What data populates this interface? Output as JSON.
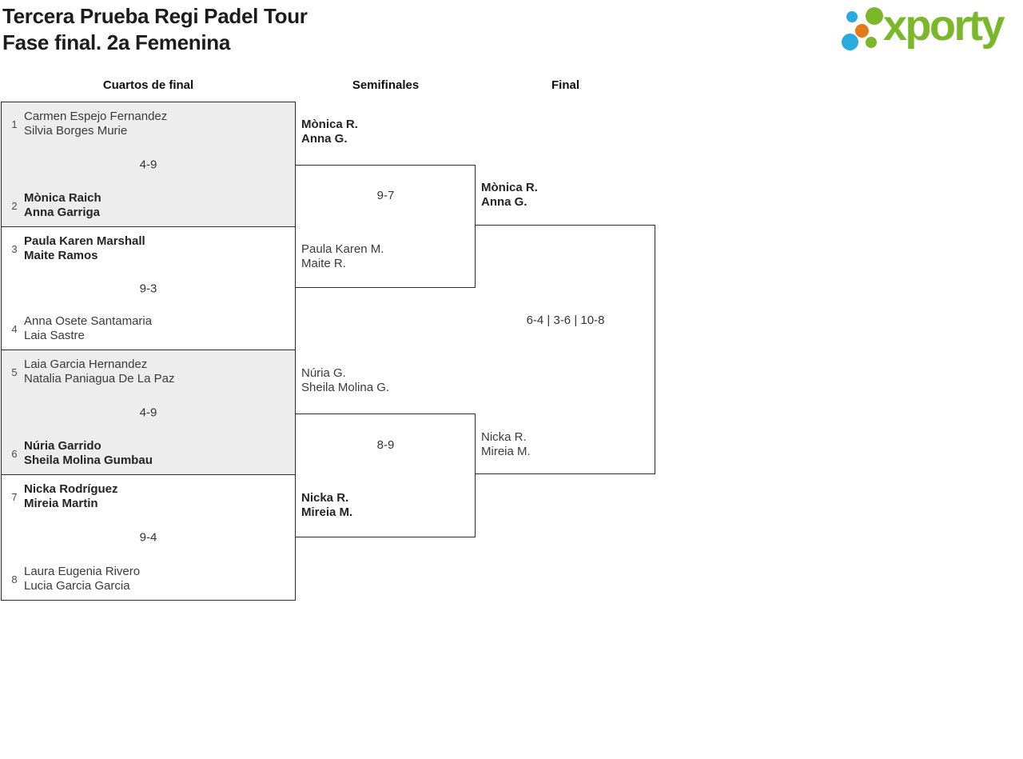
{
  "header": {
    "title_line1": "Tercera Prueba Regi Padel Tour",
    "title_line2": "Fase final. 2a Femenina",
    "logo_text": "xporty"
  },
  "colors": {
    "logo_green": "#7ab82a",
    "logo_blue": "#29aae1",
    "logo_orange": "#e57817",
    "box_border": "#2b2b2b",
    "match_fill_gray": "#ededed"
  },
  "columns": {
    "quarterfinals_label": "Cuartos de final",
    "semifinals_label": "Semifinales",
    "final_label": "Final"
  },
  "bracket": {
    "quarterfinals": [
      {
        "seed_top": "1",
        "team_top": [
          "Carmen Espejo Fernandez",
          "Silvia Borges Murie"
        ],
        "score": "4-9",
        "seed_bottom": "2",
        "team_bottom": [
          "Mònica Raich",
          "Anna Garriga"
        ],
        "winner": "bottom"
      },
      {
        "seed_top": "3",
        "team_top": [
          "Paula Karen Marshall",
          "Maite Ramos"
        ],
        "score": "9-3",
        "seed_bottom": "4",
        "team_bottom": [
          "Anna Osete Santamaria",
          "Laia Sastre"
        ],
        "winner": "top"
      },
      {
        "seed_top": "5",
        "team_top": [
          "Laia Garcia Hernandez",
          "Natalia Paniagua De La Paz"
        ],
        "score": "4-9",
        "seed_bottom": "6",
        "team_bottom": [
          "Núria Garrido",
          "Sheila Molina Gumbau"
        ],
        "winner": "bottom"
      },
      {
        "seed_top": "7",
        "team_top": [
          "Nicka Rodríguez",
          "Mireia Martin"
        ],
        "score": "9-4",
        "seed_bottom": "8",
        "team_bottom": [
          "Laura Eugenia Rivero",
          "Lucia Garcia Garcia"
        ],
        "winner": "top"
      }
    ],
    "semifinals": [
      {
        "team_top": [
          "Mònica R.",
          "Anna G."
        ],
        "score": "9-7",
        "team_bottom": [
          "Paula Karen M.",
          "Maite R."
        ],
        "winner": "top"
      },
      {
        "team_top": [
          "Núria G.",
          "Sheila Molina G."
        ],
        "score": "8-9",
        "team_bottom": [
          "Nicka R.",
          "Mireia M."
        ],
        "winner": "bottom"
      }
    ],
    "final": {
      "team_top": [
        "Mònica R.",
        "Anna G."
      ],
      "score": "6-4 | 3-6 | 10-8",
      "team_bottom": [
        "Nicka R.",
        "Mireia M."
      ],
      "winner": "top"
    }
  }
}
